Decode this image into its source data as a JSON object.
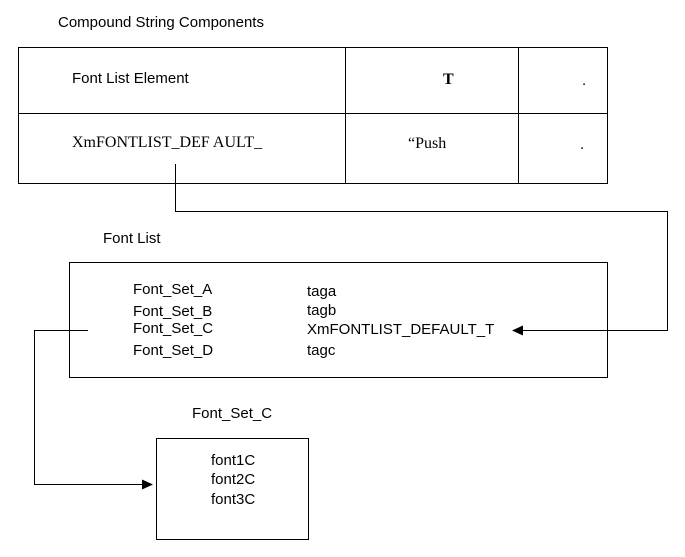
{
  "compound_string": {
    "title": "Compound String Components",
    "row1": {
      "label": "Font List Element",
      "col2": "T",
      "col3": "."
    },
    "row2": {
      "label": "XmFONTLIST_DEF AULT_",
      "col2": "“Push",
      "col3": "."
    }
  },
  "font_list": {
    "title": "Font List",
    "entries": [
      {
        "name": "Font_Set_A",
        "tag": "taga"
      },
      {
        "name": "Font_Set_B",
        "tag": "tagb"
      },
      {
        "name": "Font_Set_C",
        "tag": "XmFONTLIST_DEFAULT_T"
      },
      {
        "name": "Font_Set_D",
        "tag": "tagc"
      }
    ]
  },
  "font_set": {
    "title": "Font_Set_C",
    "fonts": [
      "font1C",
      "font2C",
      "font3C"
    ]
  }
}
